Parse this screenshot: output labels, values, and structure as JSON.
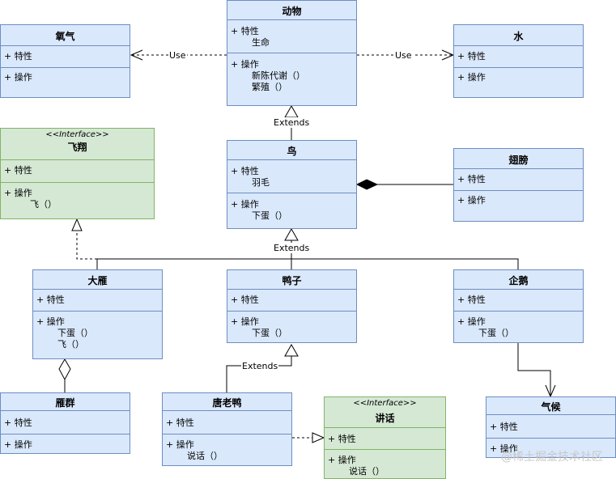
{
  "classes": {
    "animal": {
      "name": "动物",
      "attr_header": "+ 特性",
      "attrs": [
        "生命"
      ],
      "op_header": "+ 操作",
      "ops": [
        "新陈代谢（）",
        "繁殖（）"
      ]
    },
    "oxygen": {
      "name": "氧气",
      "attr_header": "+ 特性",
      "op_header": "+ 操作"
    },
    "water": {
      "name": "水",
      "attr_header": "+ 特性",
      "op_header": "+ 操作"
    },
    "fly": {
      "stereotype": "<<Interface>>",
      "name": "飞翔",
      "attr_header": "+ 特性",
      "op_header": "+ 操作",
      "ops": [
        "飞（）"
      ]
    },
    "bird": {
      "name": "鸟",
      "attr_header": "+ 特性",
      "attrs": [
        "羽毛"
      ],
      "op_header": "+ 操作",
      "ops": [
        "下蛋（）"
      ]
    },
    "wing": {
      "name": "翅膀",
      "attr_header": "+ 特性",
      "op_header": "+ 操作"
    },
    "goose": {
      "name": "大雁",
      "attr_header": "+ 特性",
      "op_header": "+ 操作",
      "ops": [
        "下蛋（）",
        "飞（）"
      ]
    },
    "duck": {
      "name": "鸭子",
      "attr_header": "+ 特性",
      "op_header": "+ 操作",
      "ops": [
        "下蛋（）"
      ]
    },
    "penguin": {
      "name": "企鹅",
      "attr_header": "+ 特性",
      "op_header": "+ 操作",
      "ops": [
        "下蛋（）"
      ]
    },
    "flock": {
      "name": "雁群",
      "attr_header": "+ 特性",
      "op_header": "+ 操作"
    },
    "donald": {
      "name": "唐老鸭",
      "attr_header": "+ 特性",
      "op_header": "+ 操作",
      "ops": [
        "说话（）"
      ]
    },
    "speak": {
      "stereotype": "<<Interface>>",
      "name": "讲话",
      "attr_header": "+ 特性",
      "op_header": "+ 操作",
      "ops": [
        "说话（）"
      ]
    },
    "climate": {
      "name": "气候",
      "attr_header": "+ 特性",
      "op_header": "+ 操作"
    }
  },
  "labels": {
    "use_left": "Use",
    "use_right": "Use",
    "extends_animal": "Extends",
    "extends_bird": "Extends",
    "extends_duck": "Extends"
  },
  "watermark": "@稀土掘金技术社区",
  "colors": {
    "class_fill": "#dae8fc",
    "class_stroke": "#6c8ebf",
    "interface_fill": "#d5e8d4",
    "interface_stroke": "#82b366"
  }
}
